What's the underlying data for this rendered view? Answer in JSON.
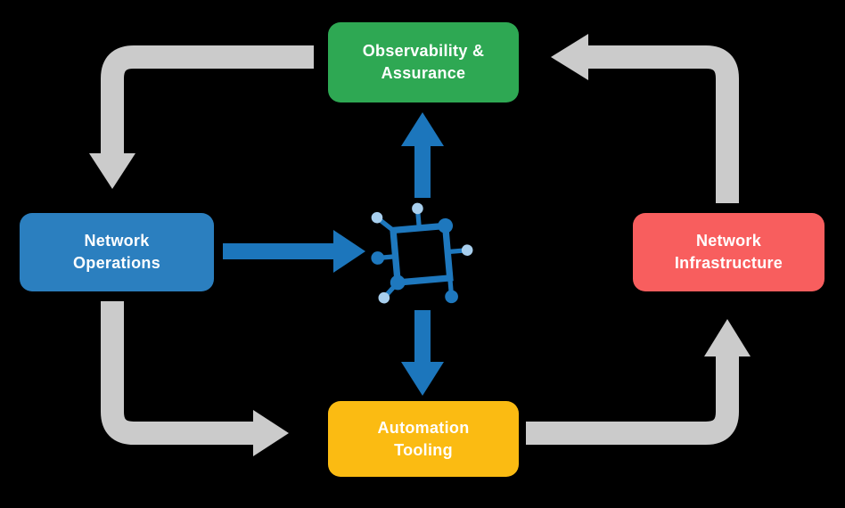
{
  "diagram": {
    "type": "cycle-flow-diagram",
    "nodes": {
      "observability": {
        "line1": "Observability &",
        "line2": "Assurance",
        "color": "#2EA853"
      },
      "operations": {
        "line1": "Network",
        "line2": "Operations",
        "color": "#2B7FBF"
      },
      "infrastructure": {
        "line1": "Network",
        "line2": "Infrastructure",
        "color": "#F85E5E"
      },
      "automation": {
        "line1": "Automation",
        "line2": "Tooling",
        "color": "#FBBB12"
      }
    },
    "center_icon": "network-nodes-icon",
    "flows": [
      {
        "from": "Observability & Assurance",
        "to": "Network Operations",
        "style": "gray-elbow"
      },
      {
        "from": "Network Operations",
        "to": "Automation Tooling",
        "style": "gray-elbow"
      },
      {
        "from": "Automation Tooling",
        "to": "Network Infrastructure",
        "style": "gray-elbow"
      },
      {
        "from": "Network Infrastructure",
        "to": "Observability & Assurance",
        "style": "gray-elbow"
      },
      {
        "from": "Network Operations",
        "to": "Center Icon",
        "style": "blue-straight"
      },
      {
        "from": "Center Icon",
        "to": "Observability & Assurance",
        "style": "blue-straight"
      },
      {
        "from": "Center Icon",
        "to": "Automation Tooling",
        "style": "blue-straight"
      }
    ]
  },
  "colors": {
    "background": "#000000",
    "arrow_gray": "#CBCBCB",
    "arrow_blue": "#1C76BC",
    "icon_blue": "#1E78BE",
    "icon_light_blue": "#A8CFEE",
    "text": "#FFFFFF"
  }
}
